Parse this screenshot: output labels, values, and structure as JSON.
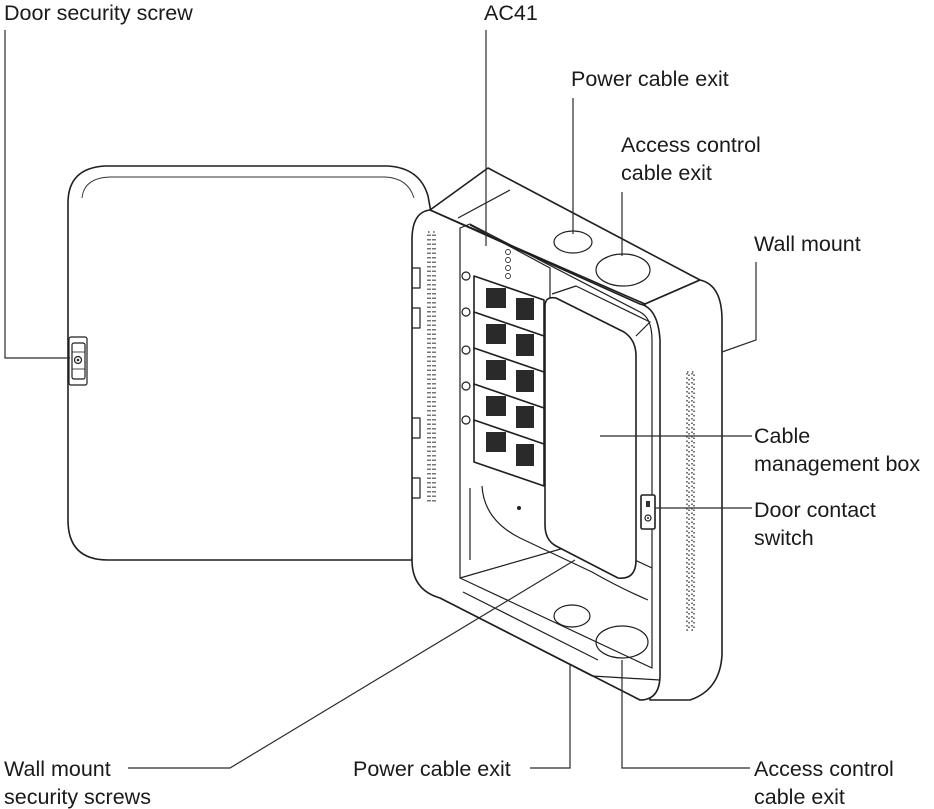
{
  "labels": {
    "door_security_screw": "Door security screw",
    "model": "AC41",
    "power_cable_exit_top": "Power cable exit",
    "access_control_cable_exit_top_1": "Access control",
    "access_control_cable_exit_top_2": "cable exit",
    "wall_mount": "Wall mount",
    "cable_management_box_1": "Cable",
    "cable_management_box_2": "management box",
    "door_contact_switch_1": "Door contact",
    "door_contact_switch_2": "switch",
    "wall_mount_security_screws_1": "Wall mount",
    "wall_mount_security_screws_2": "security screws",
    "power_cable_exit_bottom": "Power cable exit",
    "access_control_cable_exit_bottom_1": "Access control",
    "access_control_cable_exit_bottom_2": "cable exit"
  },
  "colors": {
    "line": "#1f1f1f",
    "background": "#ffffff",
    "text": "#1a1a1a"
  }
}
